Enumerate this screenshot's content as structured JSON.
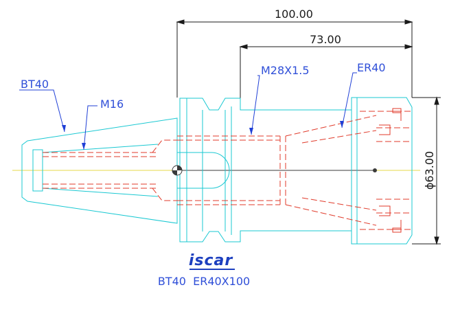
{
  "dimensions": {
    "overall_length": "100.00",
    "gauge_length": "73.00",
    "diameter": "ϕ63.00"
  },
  "callouts": {
    "shank": "BT40",
    "thread_rear": "M16",
    "thread_mid": "M28X1.5",
    "collet": "ER40"
  },
  "logo": "iscar",
  "designation": "BT40  ER40X100",
  "colors": {
    "body": "#19c8d2",
    "hidden": "#e03a2a",
    "dimension": "#1a1a1a",
    "leader": "#1f3fd6",
    "label": "#2f4fd8",
    "logo": "#1c3fbf",
    "centerline": "#e6d94a"
  }
}
